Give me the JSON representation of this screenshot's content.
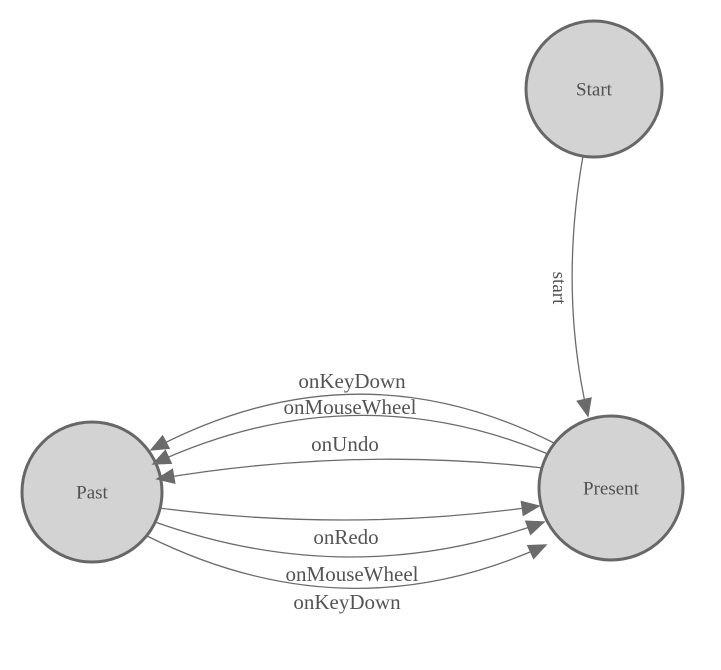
{
  "diagram": {
    "type": "state-machine",
    "background_color": "#ffffff",
    "node_fill_color": "#d3d3d3",
    "node_border_color": "#676767",
    "edge_line_color": "#6b6b6b",
    "arrowhead_color": "#6b6b6b",
    "text_color": "#515151",
    "nodes": [
      {
        "id": "start",
        "label": "Start"
      },
      {
        "id": "past",
        "label": "Past"
      },
      {
        "id": "present",
        "label": "Present"
      }
    ],
    "edges": [
      {
        "from": "start",
        "to": "present",
        "label": "start"
      },
      {
        "from": "present",
        "to": "past",
        "label": "onKeyDown"
      },
      {
        "from": "present",
        "to": "past",
        "label": "onMouseWheel"
      },
      {
        "from": "present",
        "to": "past",
        "label": "onUndo"
      },
      {
        "from": "past",
        "to": "present",
        "label": "onRedo"
      },
      {
        "from": "past",
        "to": "present",
        "label": "onMouseWheel"
      },
      {
        "from": "past",
        "to": "present",
        "label": "onKeyDown"
      }
    ]
  }
}
